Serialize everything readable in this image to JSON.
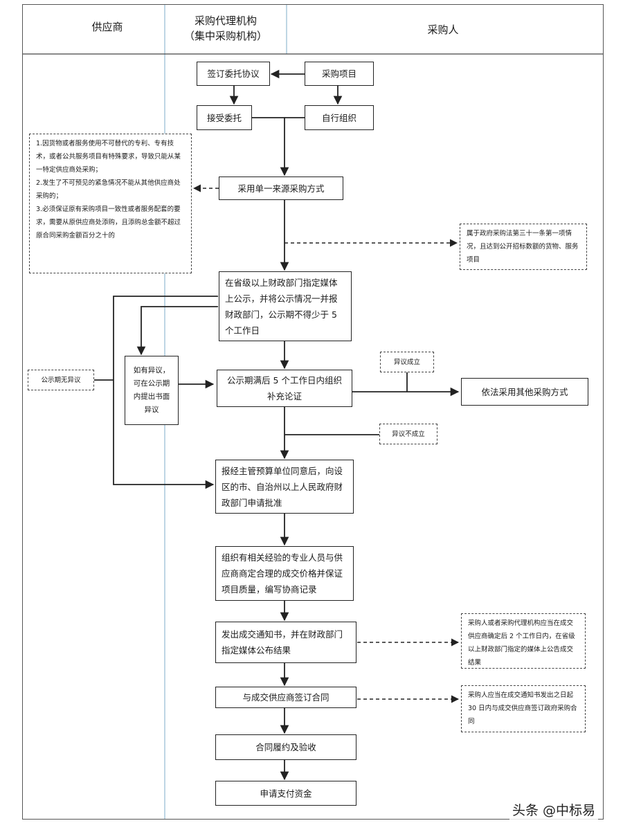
{
  "lanes": {
    "supplier": "供应商",
    "agency_line1": "采购代理机构",
    "agency_line2": "（集中采购机构）",
    "purchaser": "采购人"
  },
  "boxes": {
    "sign_agreement": "签订委托协议",
    "procurement_project": "采购项目",
    "accept_entrust": "接受委托",
    "self_organize": "自行组织",
    "single_source": "采用单一来源采购方式",
    "publicize": "在省级以上财政部门指定媒体上公示，并将公示情况一并报财政部门，公示期不得少于 5 个工作日",
    "objection": "如有异议，可在公示期内提出书面异议",
    "after_publicity": "公示期满后 5 个工作日内组织补充论证",
    "other_method": "依法采用其他采购方式",
    "apply_approval": "报经主管预算单位同意后，向设区的市、自治州以上人民政府财政部门申请批准",
    "negotiate": "组织有相关经验的专业人员与供应商商定合理的成交价格并保证项目质量，编写协商记录",
    "issue_notice": "发出成交通知书，并在财政部门指定媒体公布结果",
    "sign_contract": "与成交供应商签订合同",
    "acceptance": "合同履约及验收",
    "payment": "申请支付资金"
  },
  "notes": {
    "conditions": [
      "1.因货物或者服务使用不可替代的专利、专有技术，或者公共服务项目有特殊要求，导致只能从某一特定供应商处采购；",
      "2.发生了不可预见的紧急情况不能从其他供应商处采购的；",
      "3.必须保证原有采购项目一致性或者服务配套的要求，需要从原供应商处添购，且添购总金额不超过原合同采购金额百分之十的"
    ],
    "article31": "属于政府采购法第三十一条第一项情况，且达到公开招标数额的货物、服务项目",
    "no_objection": "公示期无异议",
    "objection_upheld": "异议成立",
    "objection_rejected": "异议不成立",
    "two_days": "采购人或者采购代理机构应当在成交供应商确定后 2 个工作日内，在省级以上财政部门指定的媒体上公告成交结果",
    "thirty_days": "采购人应当在成交通知书发出之日起 30 日内与成交供应商签订政府采购合同"
  },
  "watermark": "头条 @中标易"
}
